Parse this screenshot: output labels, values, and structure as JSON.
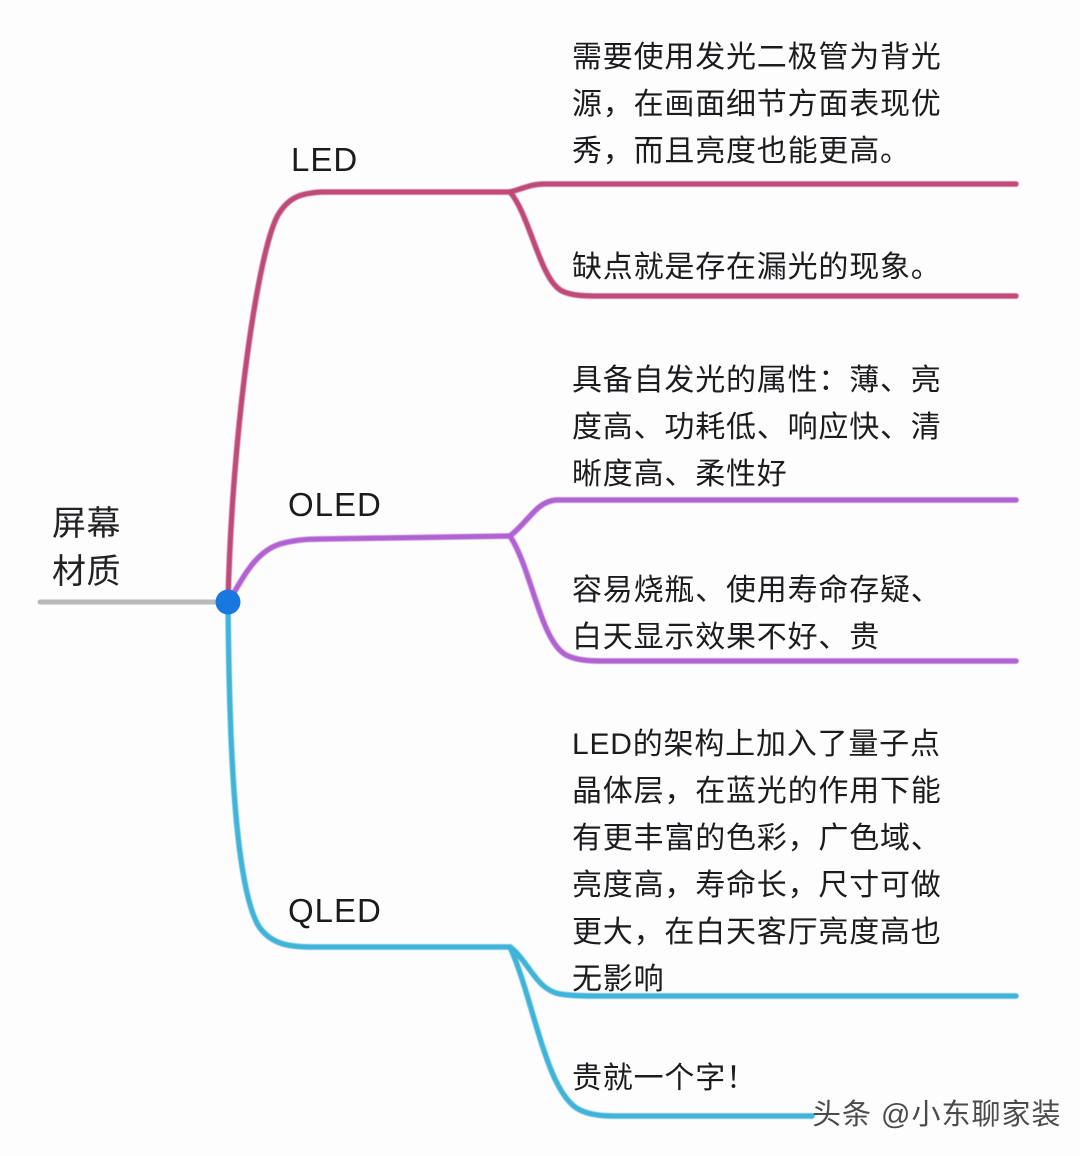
{
  "diagram": {
    "type": "mind-map",
    "title": "屏幕材质",
    "root": {
      "label": "屏幕\n材质",
      "node_color": "#1878e0",
      "stem_color": "#b9b9bb"
    },
    "branches": [
      {
        "id": "led",
        "label": "LED",
        "color": "#bf4a79",
        "leaves": [
          "需要使用发光二极管为背光\n源，在画面细节方面表现优\n秀，而且亮度也能更高。",
          "缺点就是存在漏光的现象。"
        ]
      },
      {
        "id": "oled",
        "label": "OLED",
        "color": "#b162d2",
        "leaves": [
          "具备自发光的属性：薄、亮\n度高、功耗低、响应快、清\n晰度高、柔性好",
          "容易烧瓶、使用寿命存疑、\n白天显示效果不好、贵"
        ]
      },
      {
        "id": "qled",
        "label": "QLED",
        "color": "#3fb3d8",
        "leaves": [
          "LED的架构上加入了量子点\n晶体层，在蓝光的作用下能\n有更丰富的色彩，广色域、\n亮度高，寿命长，尺寸可做\n更大，在白天客厅亮度高也\n无影响",
          "贵就一个字！"
        ]
      }
    ]
  },
  "watermark": {
    "text": "头条 @小东聊家装"
  }
}
